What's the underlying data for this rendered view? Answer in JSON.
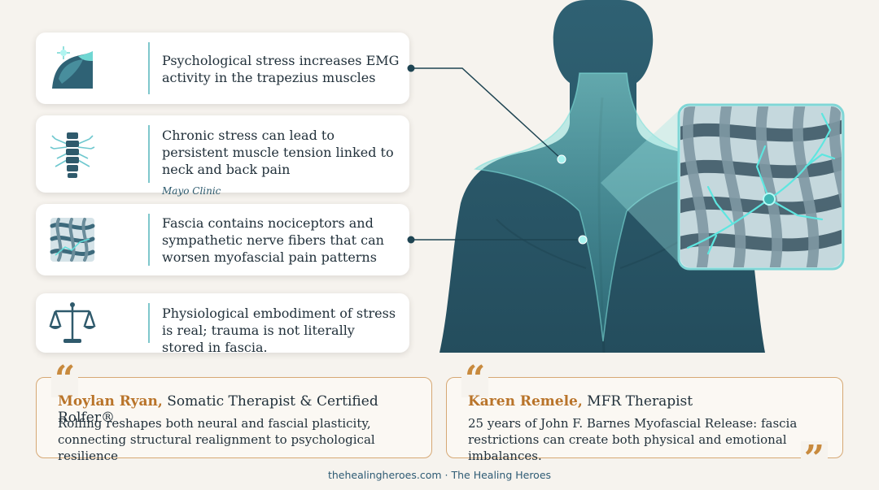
{
  "facts": [
    {
      "icon": "shoulder-muscle-icon",
      "text": "Psychological stress increases EMG activity in the trapezius muscles",
      "source": ""
    },
    {
      "icon": "spine-nerves-icon",
      "text": "Chronic stress can lead to persistent muscle tension linked to neck and back pain",
      "source": "Mayo Clinic"
    },
    {
      "icon": "fascia-mesh-icon",
      "text": "Fascia contains nociceptors and sympathetic nerve fibers that can worsen myofascial pain patterns",
      "source": ""
    },
    {
      "icon": "balance-scale-icon",
      "text": "Physiological embodiment of stress is real; trauma is not literally stored in fascia.",
      "source": ""
    }
  ],
  "quotes": [
    {
      "name": "Moylan Ryan,",
      "role": " Somatic Therapist & Certified Rolfer®",
      "text": "Rolfing reshapes both neural and fascial plasticity, connecting structural realignment to psychological resilience"
    },
    {
      "name": "Karen Remele,",
      "role": " MFR Therapist",
      "text": "25 years of John F. Barnes Myofascial Release: fascia restrictions can create both physical and emotional imbalances."
    }
  ],
  "footer": "thehealingheroes.com · The Healing Heroes",
  "colors": {
    "background": "#f6f3ee",
    "body": "#2a5666",
    "accent_teal": "#5fd0cf",
    "quote_border": "#d6a874",
    "quote_name": "#b9742a"
  }
}
